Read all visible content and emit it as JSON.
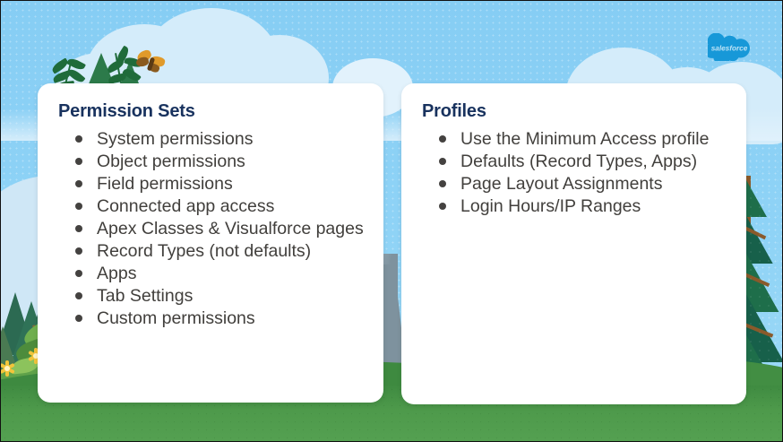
{
  "slide": {
    "brand": {
      "logo_name": "salesforce-cloud-logo",
      "logo_text": "salesforce",
      "logo_color": "#00A1E0"
    },
    "colors": {
      "sky": "#86CDF4",
      "cloud": "#D4ECFA",
      "ground": "#4E9A4B",
      "heading": "#18325E",
      "body_text": "#413F3C",
      "card_background": "#FFFFFF",
      "pine": "#1E6E4A",
      "trunk": "#8A5A2B",
      "flower": "#F2C53B"
    },
    "scenery": [
      {
        "name": "butterfly",
        "color": "#E09A2A"
      },
      {
        "name": "pine-tree-right",
        "color": "#1E6E4A"
      },
      {
        "name": "pine-trees-left",
        "color": "#2C6A52"
      },
      {
        "name": "mountain-center",
        "color": "#7E929E"
      },
      {
        "name": "mountain-left",
        "color": "#CFE7F6"
      },
      {
        "name": "wildflowers",
        "color": "#F2C53B"
      }
    ]
  },
  "cards": [
    {
      "id": "permission-sets",
      "title": "Permission Sets",
      "items": [
        "System permissions",
        "Object permissions",
        "Field permissions",
        "Connected app access",
        "Apex Classes & Visualforce pages",
        "Record Types (not defaults)",
        "Apps",
        "Tab Settings",
        "Custom permissions"
      ]
    },
    {
      "id": "profiles",
      "title": "Profiles",
      "items": [
        "Use the Minimum Access profile",
        "Defaults (Record Types, Apps)",
        "Page Layout Assignments",
        "Login Hours/IP Ranges"
      ]
    }
  ]
}
